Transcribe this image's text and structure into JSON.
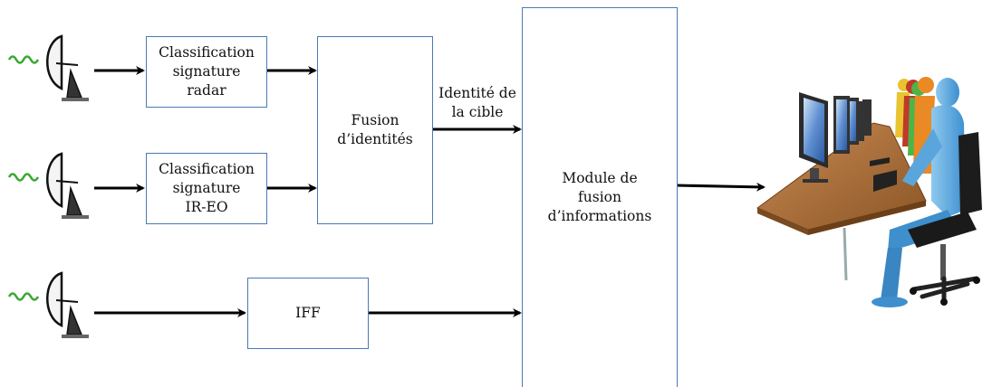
{
  "diagram": {
    "boxes": {
      "class_radar": [
        "Classification",
        "signature",
        "radar"
      ],
      "class_ireo": [
        "Classification",
        "signature",
        "IR-EO"
      ],
      "fusion_identites": [
        "Fusion",
        "d’identités"
      ],
      "iff": [
        "IFF"
      ],
      "module_fusion": [
        "Module de",
        "fusion",
        "d’informations"
      ]
    },
    "edge_label": [
      "Identité de",
      "la cible"
    ],
    "sensors": [
      "radar-sensor",
      "ir-eo-sensor",
      "iff-sensor"
    ],
    "colors": {
      "box_border": "#4a7ab5",
      "arrow": "#000000",
      "wave": "#3aa832"
    }
  }
}
